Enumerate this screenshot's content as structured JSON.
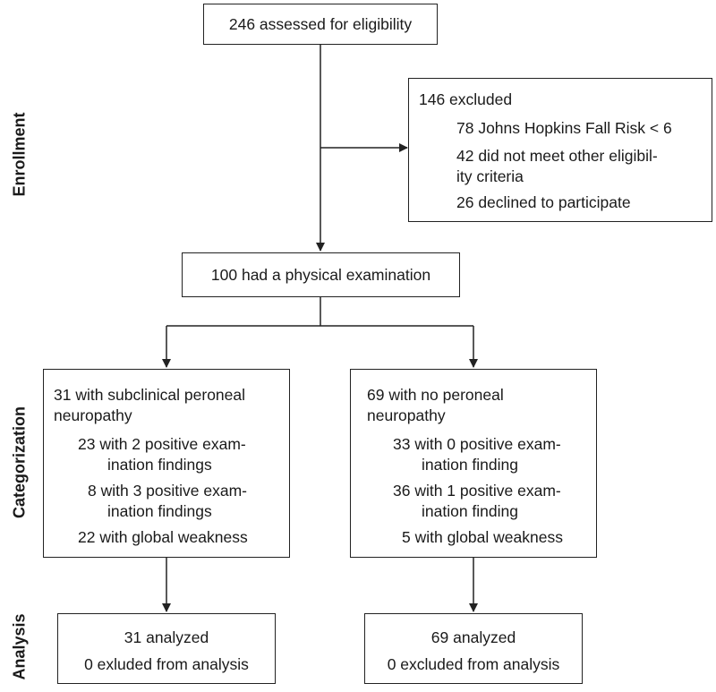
{
  "section_labels": {
    "enrollment": "Enrollment",
    "categorization": "Categorization",
    "analysis": "Analysis"
  },
  "assessed": {
    "text": "246 assessed for eligibility"
  },
  "excluded": {
    "title": "146 excluded",
    "items": [
      "78 Johns Hopkins Fall Risk < 6",
      "42 did not meet other eligibil-",
      "ity criteria",
      "26 declined to participate"
    ]
  },
  "exam": {
    "text": "100 had a physical examination"
  },
  "subclinical": {
    "title_line1": "31 with subclinical peroneal",
    "title_line2": "neuropathy",
    "items": [
      "23 with 2 positive exam-",
      "ination findings",
      "8 with 3 positive exam-",
      "ination findings",
      "22 with global weakness"
    ]
  },
  "no_neuropathy": {
    "title_line1": "69 with no peroneal",
    "title_line2": "neuropathy",
    "items": [
      "33 with 0 positive exam-",
      "ination finding",
      "36 with 1 positive exam-",
      "ination finding",
      "5 with global weakness"
    ]
  },
  "analysis_left": {
    "line1": "31 analyzed",
    "line2": "0 exluded from analysis"
  },
  "analysis_right": {
    "line1": "69 analyzed",
    "line2": "0 excluded from analysis"
  }
}
